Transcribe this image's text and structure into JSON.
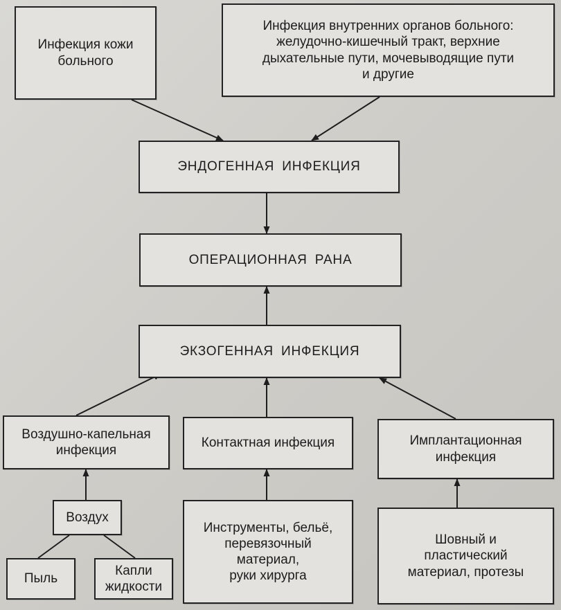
{
  "nodes": {
    "skin_infection": "Инфекция кожи\nбольного",
    "internal_infection": "Инфекция внутренних органов больного:\nжелудочно-кишечный тракт, верхние\nдыхательные пути, мочевыводящие пути\nи другие",
    "endogenous": "ЭНДОГЕННАЯ  ИНФЕКЦИЯ",
    "operative_wound": "ОПЕРАЦИОННАЯ РАНА",
    "exogenous": "ЭКЗОГЕННАЯ  ИНФЕКЦИЯ",
    "airborne": "Воздушно-капельная\nинфекция",
    "contact": "Контактная инфекция",
    "implantation": "Имплантационная\nинфекция",
    "air": "Воздух",
    "dust": "Пыль",
    "droplets": "Капли\nжидкости",
    "instruments": "Инструменты, бельё,\nперевязочный\nматериал,\nруки хирурга",
    "suture": "Шовный и\nпластический\nматериал, протезы"
  },
  "colors": {
    "border": "#222222",
    "box_fill": "#e4e2de",
    "arrow": "#1e1e1e"
  }
}
